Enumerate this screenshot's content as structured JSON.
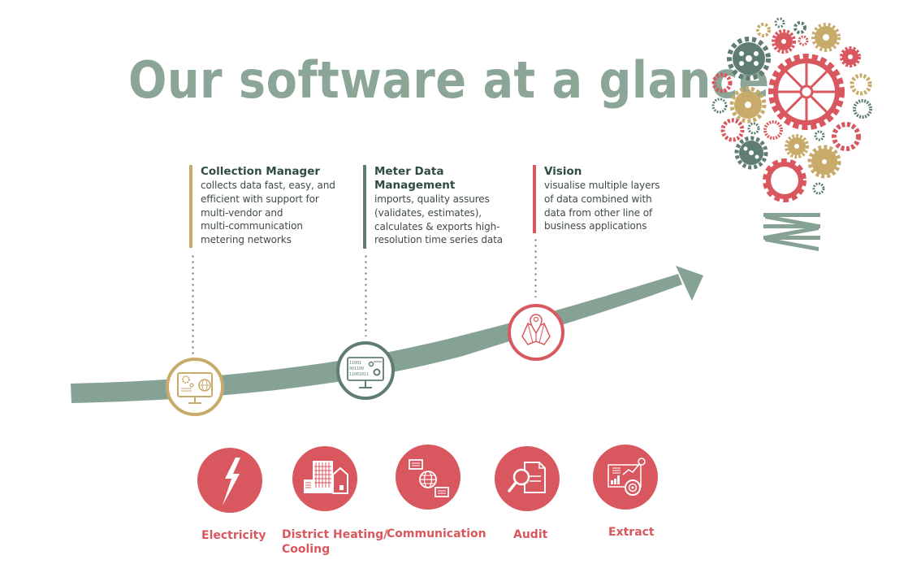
{
  "title": "Our software at a glance",
  "colors": {
    "sage": "#8ba597",
    "dark_green": "#5f7d71",
    "gold": "#c8ab6a",
    "red": "#d9575f",
    "text_dark": "#2f4b45"
  },
  "stages": [
    {
      "heading": "Collection Manager",
      "description": "collects data fast, easy, and efficient with support for multi-vendor and multi-communication metering networks",
      "lines": [
        "collects data fast, easy, and",
        "efficient with support for",
        "multi-vendor and",
        "multi-communication",
        "metering networks"
      ],
      "icon": "monitor-gears-globe-icon",
      "accent": "#c8ab6a"
    },
    {
      "heading": "Meter Data Management",
      "heading_lines": [
        "Meter Data",
        "Management"
      ],
      "description": "imports, quality assures (validates, estimates), calculates & exports high-resolution time series data",
      "lines": [
        "imports, quality assures",
        "(validates, estimates),",
        "calculates & exports high-",
        "resolution time series data"
      ],
      "icon": "monitor-binary-gears-icon",
      "icon_text": [
        "11001",
        "001100",
        "11001011"
      ],
      "accent": "#5f7d71"
    },
    {
      "heading": "Vision",
      "description": "visualise multiple layers of data combined with data from other line of business applications",
      "lines": [
        "visualise multiple layers",
        "of data combined with",
        "data from other line of",
        "business applications"
      ],
      "icon": "map-pin-icon",
      "accent": "#d9575f"
    }
  ],
  "categories": [
    {
      "label": "Electricity",
      "icon": "lightning-bolt-icon"
    },
    {
      "label": "District Heating/ Cooling",
      "label_lines": [
        "District Heating/",
        "Cooling"
      ],
      "icon": "buildings-icon"
    },
    {
      "label": "Communication",
      "icon": "globe-chat-icon"
    },
    {
      "label": "Audit",
      "icon": "magnifier-document-icon"
    },
    {
      "label": "Extract",
      "icon": "chart-dashboard-icon"
    }
  ],
  "illustration": {
    "name": "gear-lightbulb-icon"
  }
}
